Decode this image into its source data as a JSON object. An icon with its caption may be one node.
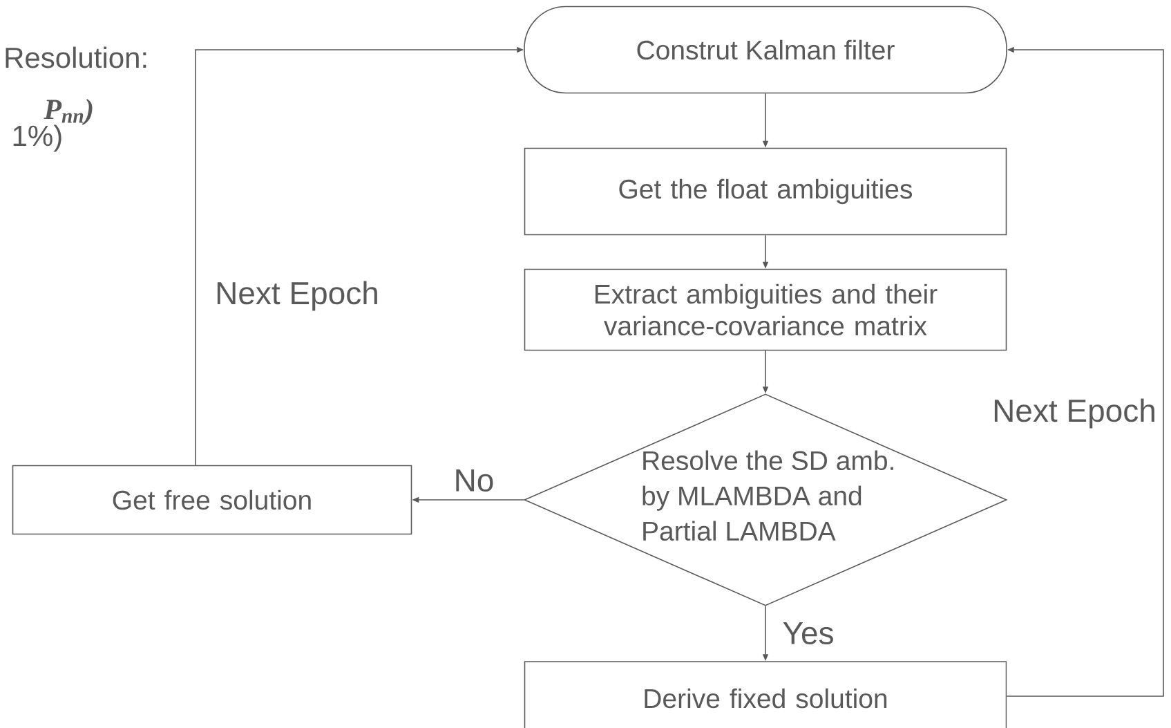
{
  "diagram": {
    "nodes": [
      {
        "text": [
          "Construt Kalman filter"
        ]
      },
      {
        "text": [
          "Get the float ambiguities"
        ]
      },
      {
        "text": [
          "Extract ambiguities and their variance-covariance matrix"
        ]
      },
      {
        "text": [
          "Resolve the SD amb. by MLAMBDA and Partial LAMBDA"
        ]
      },
      {
        "text": [
          "Get free solution"
        ]
      },
      {
        "text": [
          "Derive fixed solution"
        ]
      }
    ],
    "edges": [
      {
        "from": 0,
        "to": 1,
        "arrow": "to"
      },
      {
        "from": 1,
        "to": 2,
        "arrow": "to"
      },
      {
        "from": 2,
        "to": 3,
        "arrow": "to"
      },
      {
        "from": 3,
        "to": 4,
        "arrow": "to",
        "label": "No"
      },
      {
        "from": 3,
        "to": 5,
        "arrow": "to",
        "label": "Yes"
      },
      {
        "from": 4,
        "to": 0,
        "arrow": "to",
        "label": "Next Epoch"
      },
      {
        "from": 5,
        "to": 0,
        "arrow": "to",
        "label": "Next Epoch"
      }
    ],
    "labels": [
      "Resolution:",
      "P$_{nn}$)",
      "1%)"
    ]
  }
}
